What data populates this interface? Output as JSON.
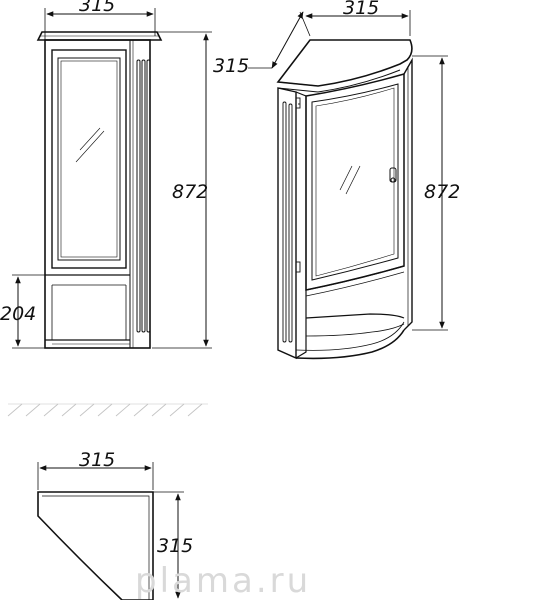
{
  "dimensions": {
    "front_width": "315",
    "front_height": "872",
    "front_base_height": "204",
    "iso_width": "315",
    "iso_depth": "315",
    "iso_height": "872",
    "plan_width": "315",
    "plan_depth": "315"
  },
  "watermark": "plama.ru"
}
